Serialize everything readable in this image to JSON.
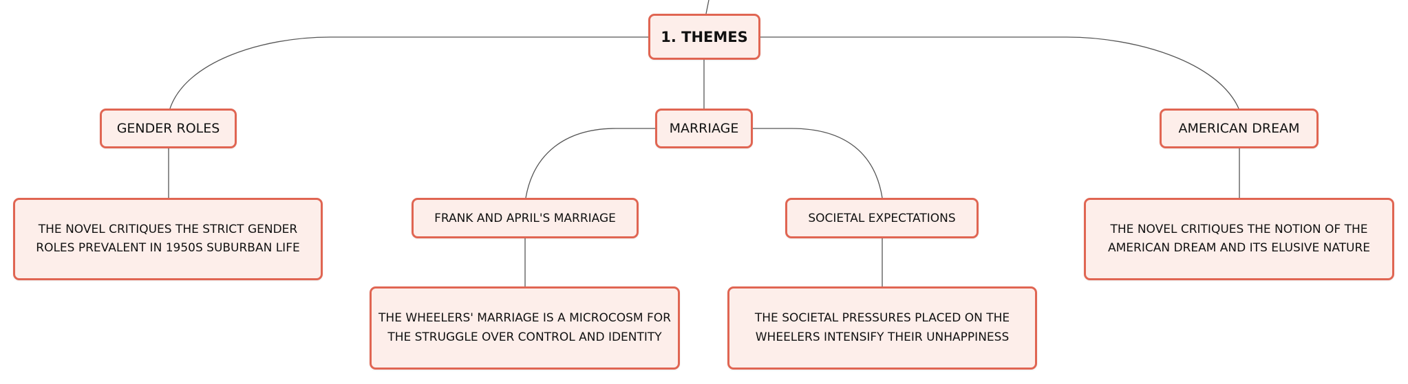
{
  "mindmap": {
    "root": {
      "label": "1. THEMES"
    },
    "gender_roles": {
      "label": "GENDER ROLES",
      "detail": "THE NOVEL CRITIQUES THE STRICT GENDER ROLES PREVALENT IN 1950S SUBURBAN LIFE"
    },
    "marriage": {
      "label": "MARRIAGE",
      "frank_april": {
        "label": "FRANK AND APRIL'S MARRIAGE",
        "detail": "THE WHEELERS' MARRIAGE IS A MICROCOSM FOR THE STRUGGLE OVER CONTROL AND IDENTITY"
      },
      "societal": {
        "label": "SOCIETAL EXPECTATIONS",
        "detail": "THE SOCIETAL PRESSURES PLACED ON THE WHEELERS INTENSIFY THEIR UNHAPPINESS"
      }
    },
    "american_dream": {
      "label": "AMERICAN DREAM",
      "detail": "THE NOVEL CRITIQUES THE NOTION OF THE AMERICAN DREAM AND ITS ELUSIVE NATURE"
    }
  },
  "colors": {
    "node_fill": "#fdeeea",
    "node_border": "#e06552",
    "connector": "#555555"
  }
}
